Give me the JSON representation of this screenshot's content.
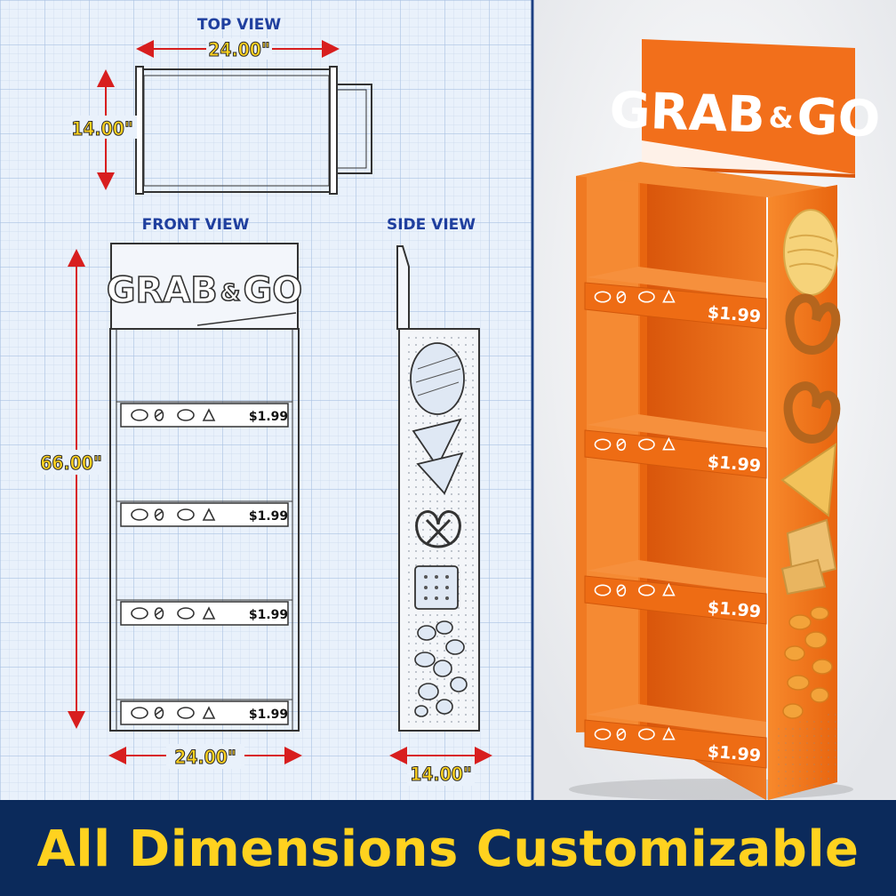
{
  "views": {
    "top_title": "TOP VIEW",
    "front_title": "FRONT VIEW",
    "side_title": "SIDE VIEW"
  },
  "dimensions": {
    "top_width": "24.00\"",
    "top_depth": "14.00\"",
    "height": "66.00\"",
    "front_width": "24.00\"",
    "side_depth": "14.00\""
  },
  "sign": {
    "left_word": "GRAB",
    "ampersand": "&",
    "right_word": "GO"
  },
  "price": "$1.99",
  "banner": "All Dimensions Customizable",
  "colors": {
    "blueprint_bg": "#e8f0fa",
    "grid_line": "#b7cbe6",
    "navy": "#0b2a5b",
    "accent_yellow": "#ffd21f",
    "dimension_red": "#d81e1e",
    "display_orange": "#f0701a"
  }
}
